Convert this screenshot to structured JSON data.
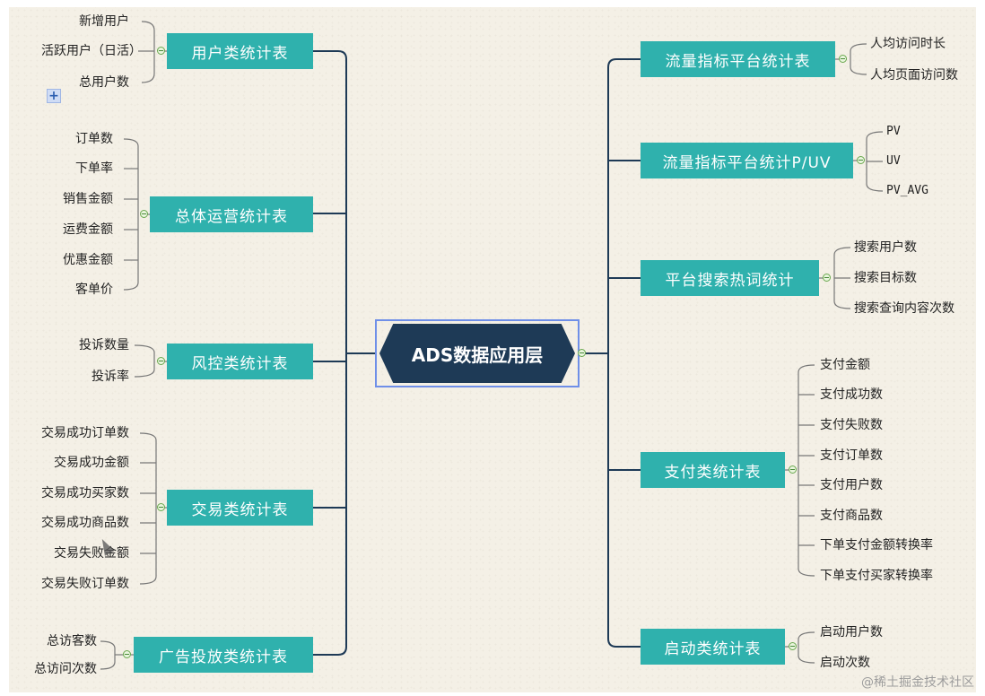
{
  "root": {
    "label": "ADS数据应用层"
  },
  "left_branches": [
    {
      "label": "用户类统计表",
      "items": [
        "新增用户",
        "活跃用户（日活）",
        "总用户数"
      ]
    },
    {
      "label": "总体运营统计表",
      "items": [
        "订单数",
        "下单率",
        "销售金额",
        "运费金额",
        "优惠金额",
        "客单价"
      ]
    },
    {
      "label": "风控类统计表",
      "items": [
        "投诉数量",
        "投诉率"
      ]
    },
    {
      "label": "交易类统计表",
      "items": [
        "交易成功订单数",
        "交易成功金额",
        "交易成功买家数",
        "交易成功商品数",
        "交易失败金额",
        "交易失败订单数"
      ]
    },
    {
      "label": "广告投放类统计表",
      "items": [
        "总访客数",
        "总访问次数"
      ]
    }
  ],
  "right_branches": [
    {
      "label": "流量指标平台统计表",
      "items": [
        "人均访问时长",
        "人均页面访问数"
      ]
    },
    {
      "label": "流量指标平台统计P/UV",
      "items": [
        "PV",
        "UV",
        "PV_AVG"
      ]
    },
    {
      "label": "平台搜索热词统计",
      "items": [
        "搜索用户数",
        "搜索目标数",
        "搜索查询内容次数"
      ]
    },
    {
      "label": "支付类统计表",
      "items": [
        "支付金额",
        "支付成功数",
        "支付失败数",
        "支付订单数",
        "支付用户数",
        "支付商品数",
        "下单支付金额转换率",
        "下单支付买家转换率"
      ]
    },
    {
      "label": "启动类统计表",
      "items": [
        "启动用户数",
        "启动次数"
      ]
    }
  ],
  "watermark": "@稀土掘金技术社区",
  "colors": {
    "node_bg": "#2fb1ad",
    "root_bg": "#1e3a56",
    "link": "#1e3a56",
    "leaf_link": "#777777",
    "root_border": "#6f8fe8"
  },
  "icons": {
    "expand": "plus-icon",
    "collapse": "collapse-dot-icon",
    "cursor": "mouse-cursor-icon"
  }
}
